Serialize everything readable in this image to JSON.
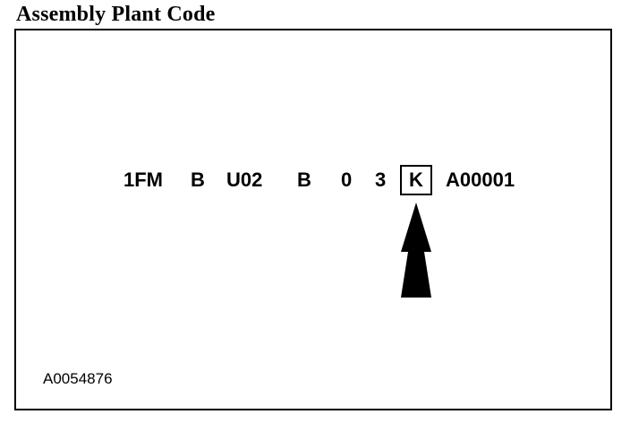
{
  "title": "Assembly Plant Code",
  "vin": {
    "segments": [
      "1FM",
      "B",
      "U02",
      "B",
      "0",
      "3"
    ],
    "highlighted": "K",
    "serial": "A00001"
  },
  "reference_code": "A0054876",
  "icons": {
    "pointer": "arrow-up-icon"
  }
}
